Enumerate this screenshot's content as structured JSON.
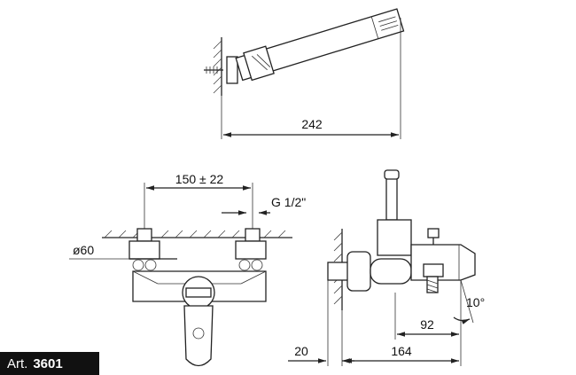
{
  "dimensions": {
    "hand_shower_length": "242",
    "center_distance": "150 ± 22",
    "thread": "G 1/2\"",
    "diameter": "ø60",
    "spout_projection": "92",
    "angle": "10°",
    "wall_offset": "20",
    "total_depth": "164"
  },
  "label": {
    "prefix": "Art.",
    "number": "3601"
  }
}
